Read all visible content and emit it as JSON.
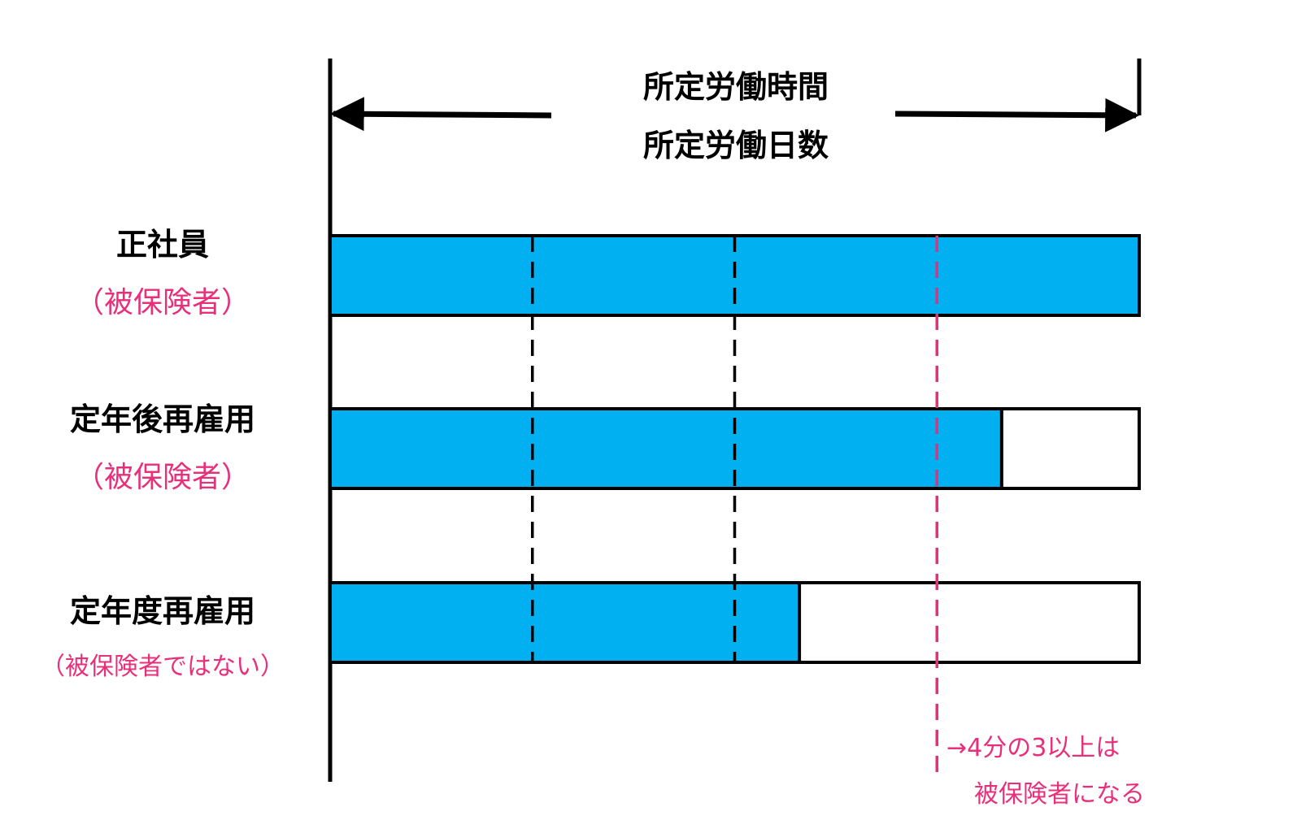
{
  "header": {
    "line1": "所定労働時間",
    "line2": "所定労働日数"
  },
  "colors": {
    "bar_fill": "#00b0f0",
    "accent": "#e8307a",
    "line": "#000000"
  },
  "rows": [
    {
      "title": "正社員",
      "status": "（被保険者）",
      "filled_fraction": 1.0
    },
    {
      "title": "定年後再雇用",
      "status": "（被保険者）",
      "filled_fraction": 0.83
    },
    {
      "title": "定年度再雇用",
      "status": "（被保険者ではない）",
      "filled_fraction": 0.58
    }
  ],
  "quarter_markers": [
    0.25,
    0.5
  ],
  "threshold": {
    "fraction": 0.75,
    "note_line1": "→4分の3以上は",
    "note_line2": "被保険者になる"
  }
}
